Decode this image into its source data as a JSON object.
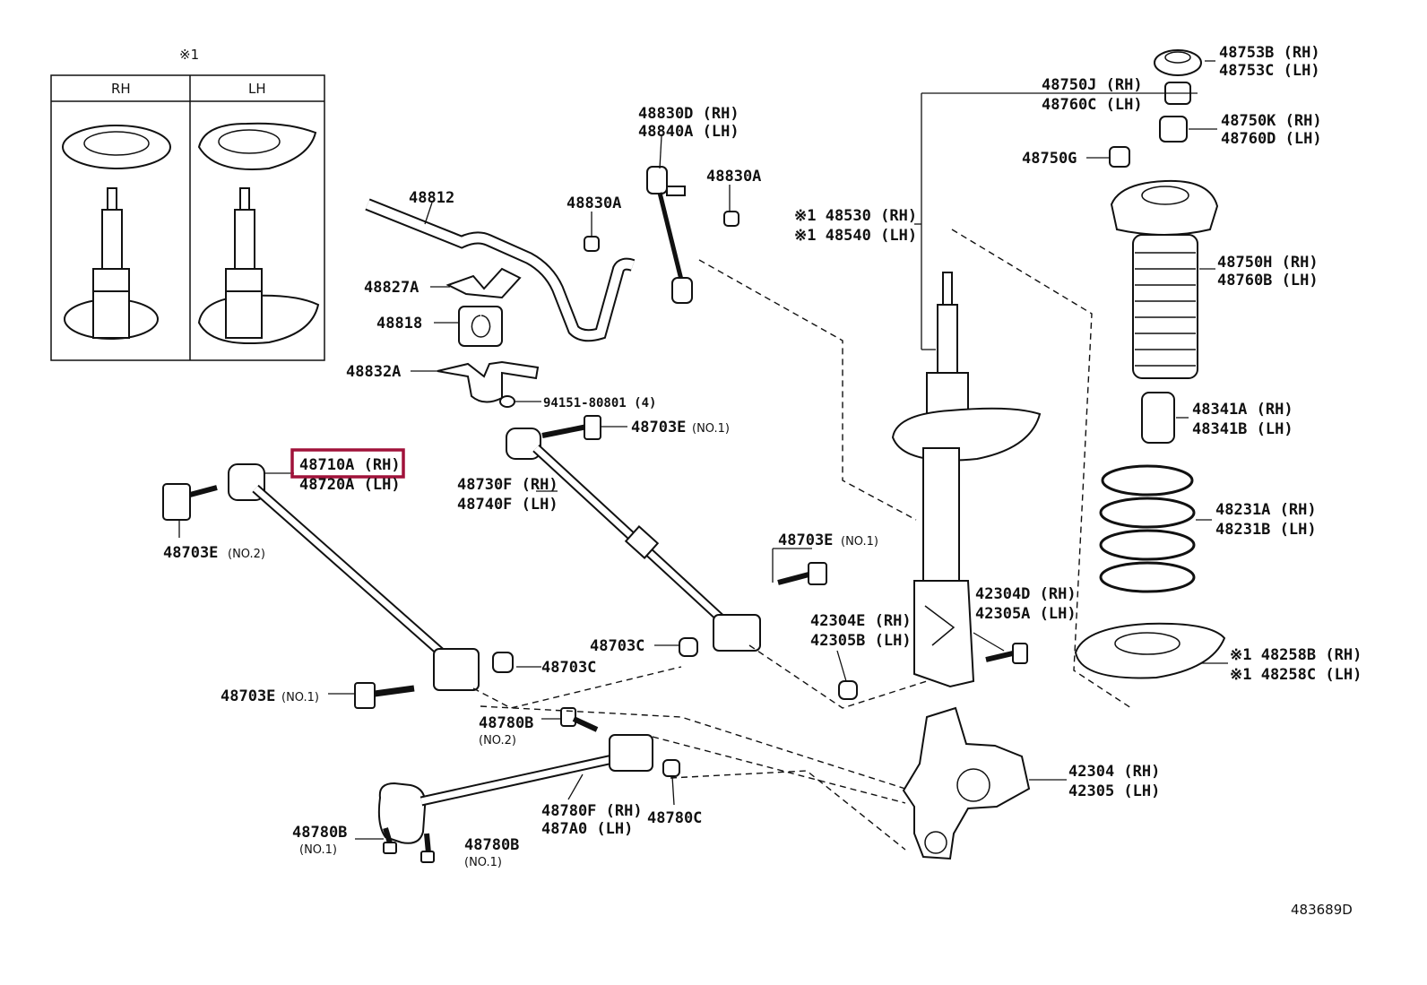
{
  "inset": {
    "note": "※1",
    "col_left": "RH",
    "col_right": "LH"
  },
  "labels": {
    "p48753": [
      "48753B (RH)",
      "48753C (LH)"
    ],
    "p48750j": [
      "48750J (RH)",
      "48760C (LH)"
    ],
    "p48750k": [
      "48750K (RH)",
      "48760D (LH)"
    ],
    "p48750g": "48750G",
    "p48530": [
      "※1 48530 (RH)",
      "※1 48540 (LH)"
    ],
    "p48750h": [
      "48750H (RH)",
      "48760B (LH)"
    ],
    "p48341": [
      "48341A (RH)",
      "48341B (LH)"
    ],
    "p48231": [
      "48231A (RH)",
      "48231B (LH)"
    ],
    "p48258": [
      "※1 48258B (RH)",
      "※1 48258C (LH)"
    ],
    "p48830d": [
      "48830D (RH)",
      "48840A (LH)"
    ],
    "p48830a_r": "48830A",
    "p48830a_l": "48830A",
    "p48812": "48812",
    "p48827a": "48827A",
    "p48818": "48818",
    "p48832a": "48832A",
    "p94151": "94151-80801 (4)",
    "p48703e_no1_top": [
      "48703E",
      "(NO.1)"
    ],
    "p48710a": [
      "48710A (RH)",
      "48720A (LH)"
    ],
    "p48730f": [
      "48730F (RH)",
      "48740F (LH)"
    ],
    "p48703e_no2": [
      "48703E",
      "(NO.2)"
    ],
    "p48703e_no1_mid": [
      "48703E",
      "(NO.1)"
    ],
    "p42304d": [
      "42304D (RH)",
      "42305A (LH)"
    ],
    "p42304e": [
      "42304E (RH)",
      "42305B (LH)"
    ],
    "p48703c_r": "48703C",
    "p48703c_l": "48703C",
    "p48703e_no1_low": [
      "48703E",
      "(NO.1)"
    ],
    "p48780b_no2": [
      "48780B",
      "(NO.2)"
    ],
    "p42304": [
      "42304 (RH)",
      "42305 (LH)"
    ],
    "p48780f": [
      "48780F (RH)",
      "487A0 (LH)"
    ],
    "p48780c": "48780C",
    "p48780b_no1_l": [
      "48780B",
      "(NO.1)"
    ],
    "p48780b_no1_r": [
      "48780B",
      "(NO.1)"
    ],
    "figure_id": "483689D"
  },
  "highlight": {
    "target": "48710A (RH)",
    "color": "#a0123a"
  }
}
